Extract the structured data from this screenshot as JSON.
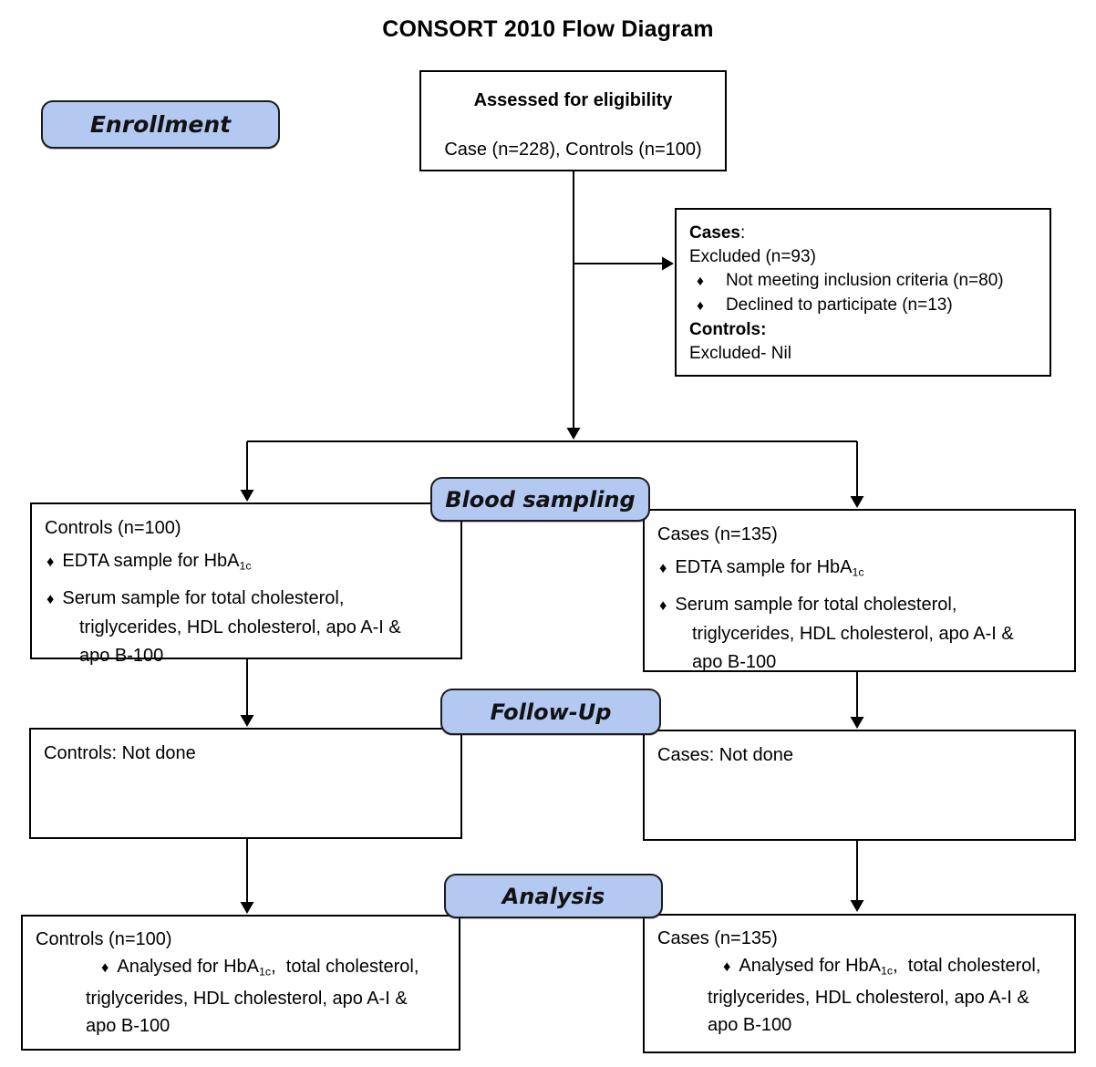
{
  "title": "CONSORT 2010 Flow Diagram",
  "bullet_char": "♦",
  "colors": {
    "label_fill": "#b3c9f2",
    "label_border": "#1c1c1c",
    "box_border": "#000000",
    "connector": "#000000"
  },
  "labels": {
    "enrollment": "Enrollment",
    "blood_sampling": "Blood sampling",
    "follow_up": "Follow-Up",
    "analysis": "Analysis"
  },
  "assessed": {
    "heading": "Assessed for eligibility",
    "detail": "Case (n=228), Controls (n=100)"
  },
  "excluded": {
    "lines": [
      {
        "indent": 0,
        "bullet": false,
        "segments": [
          {
            "text": "Cases",
            "bold": true
          },
          {
            "text": ":"
          }
        ]
      },
      {
        "indent": 0,
        "bullet": false,
        "segments": [
          {
            "text": "Excluded (n=93)"
          }
        ]
      },
      {
        "indent": 1,
        "bullet": true,
        "segments": [
          {
            "text": "Not meeting inclusion criteria (n=80)"
          }
        ]
      },
      {
        "indent": 1,
        "bullet": true,
        "segments": [
          {
            "text": "Declined to participate (n=13)"
          }
        ]
      },
      {
        "indent": 0,
        "bullet": false,
        "segments": [
          {
            "text": "Controls:",
            "bold": true
          }
        ]
      },
      {
        "indent": 0,
        "bullet": false,
        "segments": [
          {
            "text": "Excluded- Nil"
          }
        ]
      }
    ]
  },
  "blood_left": {
    "lines": [
      {
        "indent": 0,
        "bullet": false,
        "segments": [
          {
            "text": "Controls (n=100)"
          }
        ]
      },
      {
        "indent": 1,
        "bullet": true,
        "para": true,
        "segments": [
          {
            "text": "EDTA sample for HbA"
          },
          {
            "text": "1c",
            "sub": true
          }
        ]
      },
      {
        "indent": 1,
        "bullet": true,
        "para": true,
        "segments": [
          {
            "text": "Serum sample for total cholesterol,"
          }
        ]
      },
      {
        "indent": 2,
        "bullet": false,
        "segments": [
          {
            "text": "triglycerides, HDL cholesterol, apo A-I &"
          }
        ]
      },
      {
        "indent": 2,
        "bullet": false,
        "segments": [
          {
            "text": "apo B-100"
          }
        ]
      }
    ]
  },
  "blood_right": {
    "lines": [
      {
        "indent": 0,
        "bullet": false,
        "segments": [
          {
            "text": "Cases (n=135)"
          }
        ]
      },
      {
        "indent": 1,
        "bullet": true,
        "para": true,
        "segments": [
          {
            "text": "EDTA sample for HbA"
          },
          {
            "text": "1c",
            "sub": true
          }
        ]
      },
      {
        "indent": 1,
        "bullet": true,
        "para": true,
        "segments": [
          {
            "text": "Serum sample for total cholesterol,"
          }
        ]
      },
      {
        "indent": 2,
        "bullet": false,
        "segments": [
          {
            "text": "triglycerides, HDL cholesterol, apo A-I &"
          }
        ]
      },
      {
        "indent": 2,
        "bullet": false,
        "segments": [
          {
            "text": "apo B-100"
          }
        ]
      }
    ]
  },
  "followup_left": {
    "lines": [
      {
        "indent": 0,
        "bullet": false,
        "segments": [
          {
            "text": "Controls: Not done"
          }
        ]
      }
    ]
  },
  "followup_right": {
    "lines": [
      {
        "indent": 0,
        "bullet": false,
        "segments": [
          {
            "text": "Cases: Not done"
          }
        ]
      }
    ]
  },
  "analysis_left": {
    "lines": [
      {
        "indent": 0,
        "bullet": false,
        "segments": [
          {
            "text": "Controls (n=100)"
          }
        ]
      },
      {
        "indent": 3,
        "bullet": true,
        "segments": [
          {
            "text": "Analysed for HbA"
          },
          {
            "text": "1c",
            "sub": true
          },
          {
            "text": ",  total cholesterol,"
          }
        ]
      },
      {
        "indent": 2,
        "bullet": false,
        "segments": [
          {
            "text": "triglycerides, HDL cholesterol, apo A-I &"
          }
        ]
      },
      {
        "indent": 2,
        "bullet": false,
        "segments": [
          {
            "text": "apo B-100"
          }
        ]
      }
    ]
  },
  "analysis_right": {
    "lines": [
      {
        "indent": 0,
        "bullet": false,
        "segments": [
          {
            "text": "Cases (n=135)"
          }
        ]
      },
      {
        "indent": 3,
        "bullet": true,
        "segments": [
          {
            "text": "Analysed for HbA"
          },
          {
            "text": "1c",
            "sub": true
          },
          {
            "text": ",  total cholesterol,"
          }
        ]
      },
      {
        "indent": 2,
        "bullet": false,
        "segments": [
          {
            "text": "triglycerides, HDL cholesterol, apo A-I &"
          }
        ]
      },
      {
        "indent": 2,
        "bullet": false,
        "segments": [
          {
            "text": "apo B-100"
          }
        ]
      }
    ]
  }
}
